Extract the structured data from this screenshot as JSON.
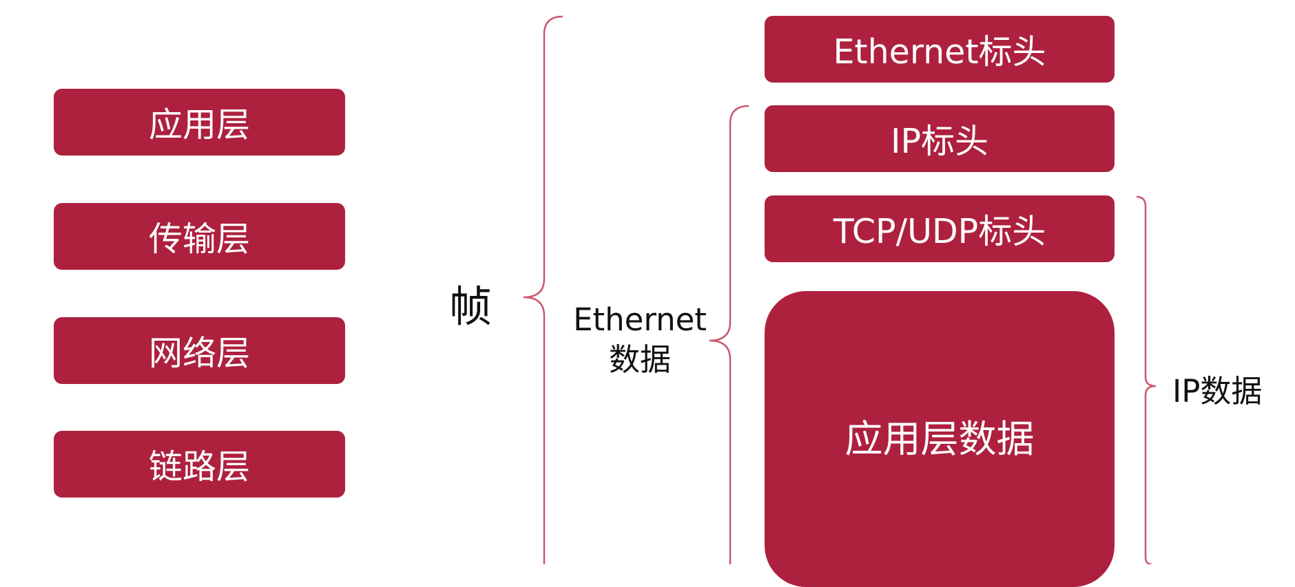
{
  "colors": {
    "accent": "#ad213e",
    "brace": "#c9576d"
  },
  "layers": [
    {
      "label": "应用层"
    },
    {
      "label": "传输层"
    },
    {
      "label": "网络层"
    },
    {
      "label": "链路层"
    }
  ],
  "packet": {
    "ethernet_header": "Ethernet标头",
    "ip_header": "IP标头",
    "transport_header": "TCP/UDP标头",
    "application_data": "应用层数据"
  },
  "brackets": {
    "frame": "帧",
    "ethernet_data": "Ethernet 数据",
    "ip_data": "IP数据"
  }
}
